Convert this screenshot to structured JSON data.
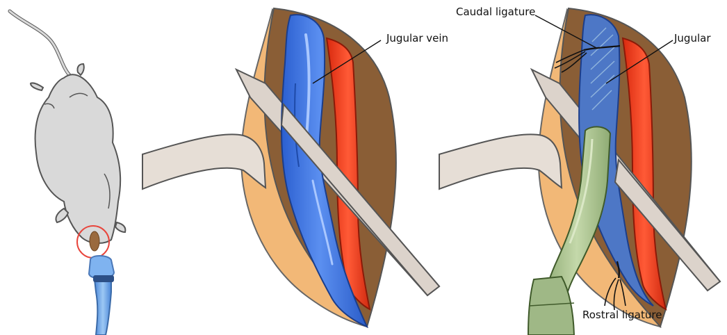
{
  "labels": {
    "panel2_vessel": "Jugular vein",
    "panel3_caudal": "Caudal ligature",
    "panel3_vessel": "Jugular",
    "panel3_rostral": "Rostral ligature"
  },
  "colors": {
    "skin": "#f2b877",
    "muscle": "#8a5e36",
    "vein": "#3f74e0",
    "artery": "#e8351a",
    "probe": "#dcd3cb",
    "catheter": "#a9c38f",
    "rat": "#d9d9d9",
    "incision_ring": "#e8453c",
    "tube": "#6aa6e8"
  }
}
